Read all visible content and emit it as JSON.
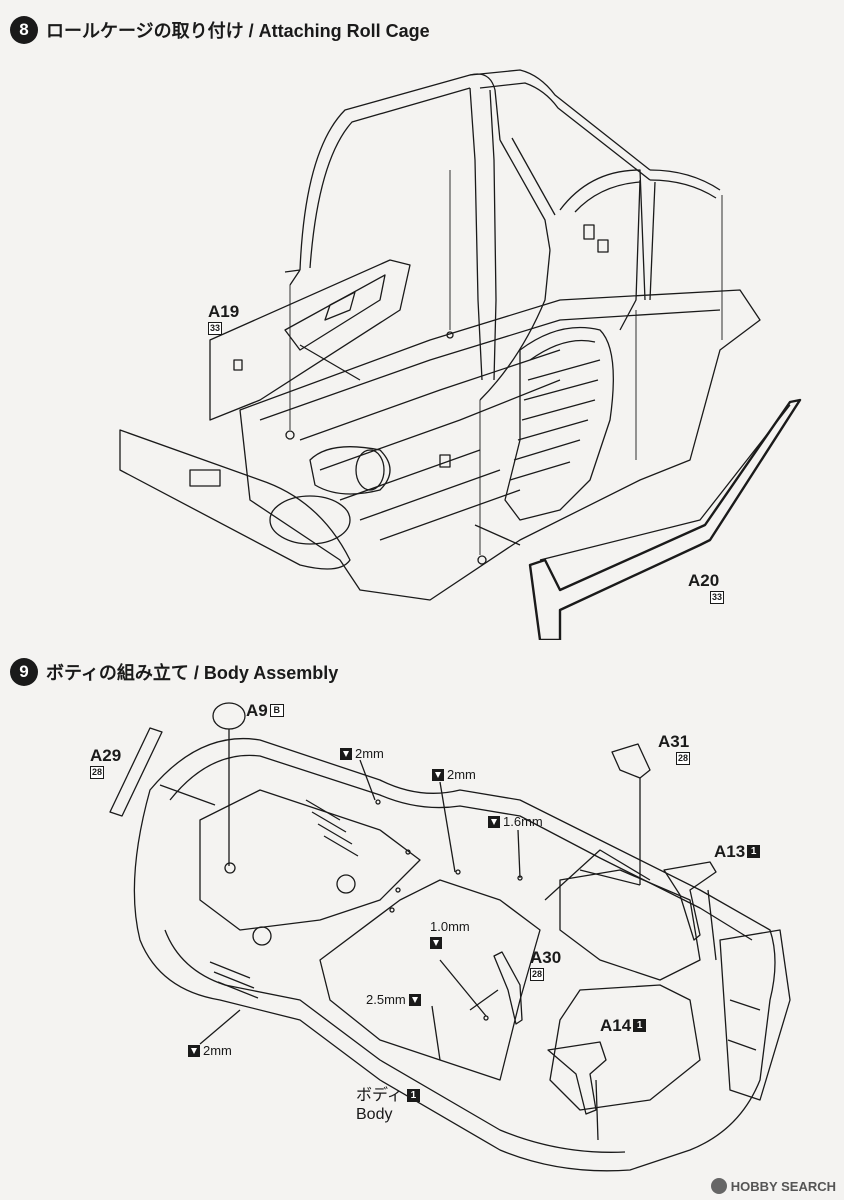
{
  "step8": {
    "number": "8",
    "title": "ロールケージの取り付け / Attaching Roll Cage",
    "parts": {
      "a19": {
        "label": "A19",
        "runner": "33"
      },
      "a20": {
        "label": "A20",
        "runner": "33"
      }
    }
  },
  "step9": {
    "number": "9",
    "title": "ボティの組み立て / Body Assembly",
    "parts": {
      "a9": {
        "label": "A9",
        "runner": "B"
      },
      "a29": {
        "label": "A29",
        "runner": "28"
      },
      "a31": {
        "label": "A31",
        "runner": "28"
      },
      "a13": {
        "label": "A13",
        "runner": "1"
      },
      "a30": {
        "label": "A30",
        "runner": "28"
      },
      "a14": {
        "label": "A14",
        "runner": "1"
      }
    },
    "drills": {
      "d1": "2mm",
      "d2": "2mm",
      "d3": "1.6mm",
      "d4": "1.0mm",
      "d5": "2.5mm",
      "d6": "2mm"
    },
    "body": {
      "jp": "ボディ",
      "runner": "1",
      "en": "Body"
    }
  },
  "watermark": "HOBBY SEARCH",
  "colors": {
    "ink": "#1a1a1a",
    "paper": "#f4f3f1"
  }
}
